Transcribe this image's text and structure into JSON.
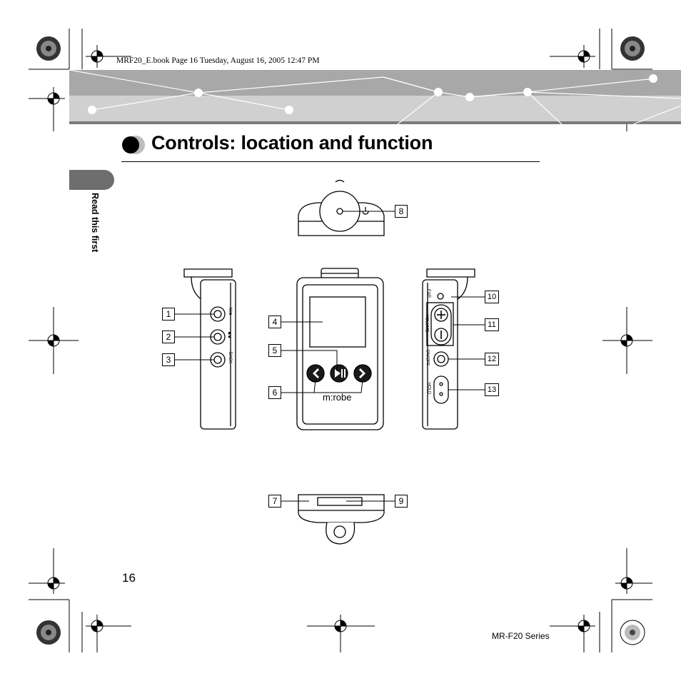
{
  "header": {
    "book_info": "MRF20_E.book  Page 16  Tuesday, August 16, 2005  12:47 PM"
  },
  "title": "Controls: location and function",
  "side_tab": {
    "label": "Read this first"
  },
  "callouts": [
    "1",
    "2",
    "3",
    "4",
    "5",
    "6",
    "7",
    "8",
    "9",
    "10",
    "11",
    "12",
    "13"
  ],
  "device": {
    "brand": "m:robe",
    "side_left_labels": [
      "M/■",
      "■/■",
      "BACK"
    ],
    "side_right_labels": [
      "EAR",
      "VOLUME",
      "ON/OFF",
      "HOLD"
    ]
  },
  "footer": {
    "page_number": "16",
    "series": "MR-F20 Series"
  },
  "colors": {
    "banner_dark": "#a8a8a8",
    "banner_light": "#d0d0d0",
    "tab": "#6e6e6e"
  }
}
